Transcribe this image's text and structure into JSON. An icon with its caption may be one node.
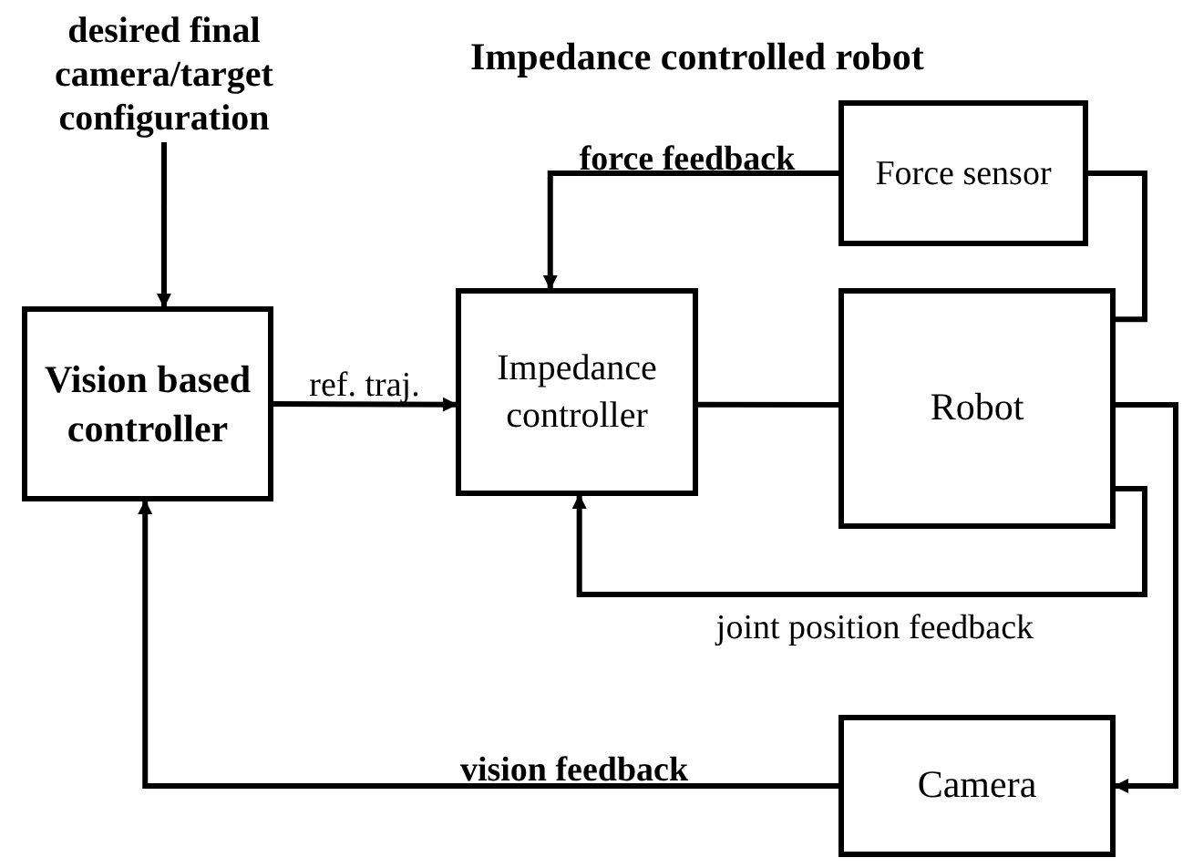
{
  "diagram": {
    "title": "Impedance controlled robot",
    "nodes": [
      {
        "text": [
          "desired final camera/target configuration"
        ]
      },
      {
        "text": [
          "Vision based controller"
        ]
      },
      {
        "text": [
          "Impedance controller"
        ]
      },
      {
        "text": [
          "Force sensor"
        ]
      },
      {
        "text": [
          "Robot"
        ]
      },
      {
        "text": [
          "Camera"
        ]
      }
    ],
    "edges": [
      {
        "from": 0,
        "to": 1,
        "arrow": "to"
      },
      {
        "from": 1,
        "to": 2,
        "arrow": "to",
        "label": "ref. traj."
      },
      {
        "from": 3,
        "to": 2,
        "arrow": "to",
        "label": "force feedback"
      },
      {
        "from": 4,
        "to": 3,
        "arrow": "none"
      },
      {
        "from": 2,
        "to": 4,
        "arrow": "none"
      },
      {
        "from": 4,
        "to": 2,
        "arrow": "to",
        "label": "joint position feedback"
      },
      {
        "from": 4,
        "to": 5,
        "arrow": "to"
      },
      {
        "from": 5,
        "to": 1,
        "arrow": "to",
        "label": "vision feedback"
      }
    ]
  }
}
